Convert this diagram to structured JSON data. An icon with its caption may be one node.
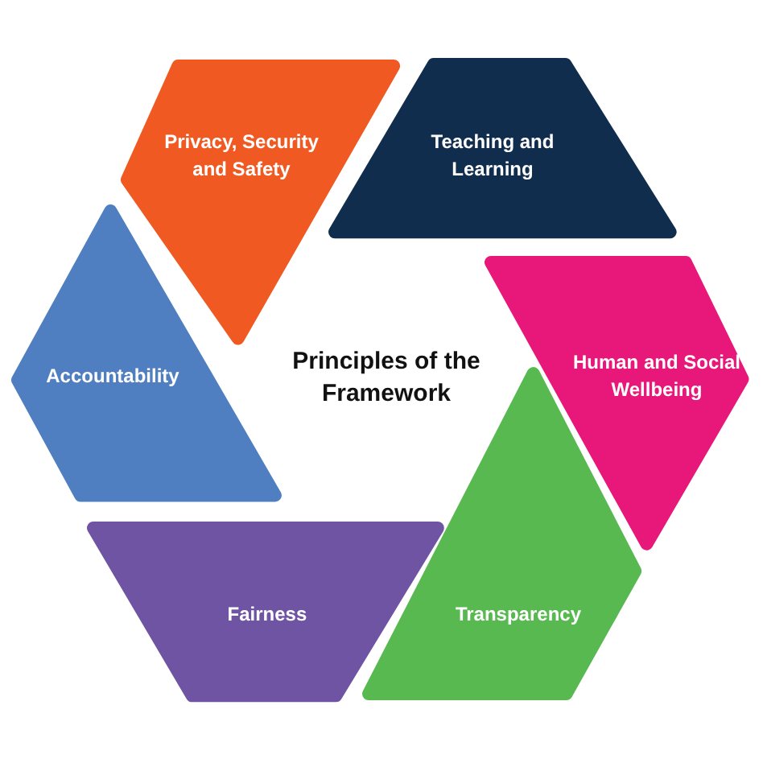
{
  "diagram": {
    "nodes": [
      {
        "text": [
          "Privacy, Security and Safety"
        ]
      },
      {
        "text": [
          "Teaching and Learning"
        ]
      },
      {
        "text": [
          "Accountability"
        ]
      },
      {
        "text": [
          "Human and Social Wellbeing"
        ]
      },
      {
        "text": [
          "Fairness"
        ]
      },
      {
        "text": [
          "Transparency"
        ]
      }
    ],
    "labels": [
      "Principles of the Framework"
    ]
  }
}
